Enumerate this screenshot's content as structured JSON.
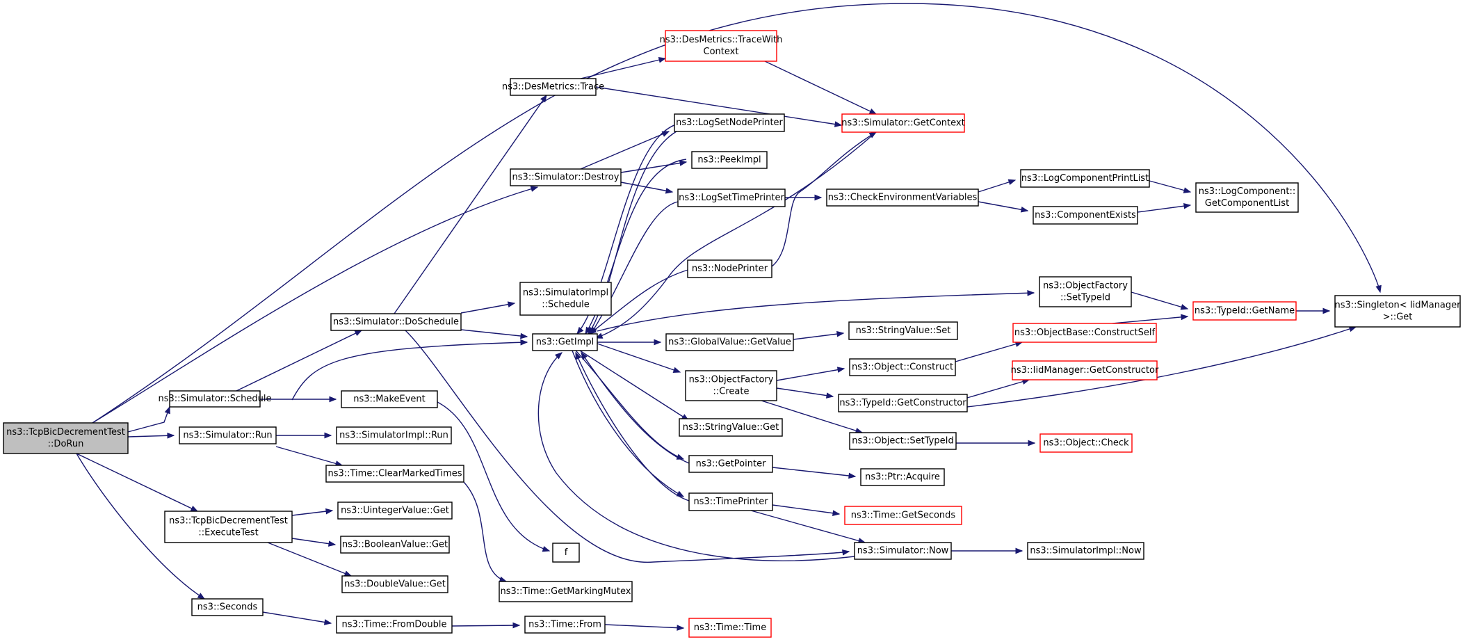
{
  "colors": {
    "edge": "#191970",
    "border_default": "#000000",
    "border_highlight": "#ff0000",
    "root_fill": "#bfbfbf",
    "node_fill": "#ffffff"
  },
  "nodes": [
    {
      "id": "root",
      "lines": [
        "ns3::TcpBicDecrementTest",
        "::DoRun"
      ],
      "style": "root"
    },
    {
      "id": "schedule",
      "lines": [
        "ns3::Simulator::Schedule"
      ],
      "style": "normal"
    },
    {
      "id": "run",
      "lines": [
        "ns3::Simulator::Run"
      ],
      "style": "normal"
    },
    {
      "id": "executetest",
      "lines": [
        "ns3::TcpBicDecrementTest",
        "::ExecuteTest"
      ],
      "style": "normal"
    },
    {
      "id": "seconds",
      "lines": [
        "ns3::Seconds"
      ],
      "style": "normal"
    },
    {
      "id": "doschedule",
      "lines": [
        "ns3::Simulator::DoSchedule"
      ],
      "style": "normal"
    },
    {
      "id": "makeevent",
      "lines": [
        "ns3::MakeEvent"
      ],
      "style": "normal"
    },
    {
      "id": "simimplrun",
      "lines": [
        "ns3::SimulatorImpl::Run"
      ],
      "style": "normal"
    },
    {
      "id": "clearmarked",
      "lines": [
        "ns3::Time::ClearMarkedTimes"
      ],
      "style": "normal"
    },
    {
      "id": "uintget",
      "lines": [
        "ns3::UintegerValue::Get"
      ],
      "style": "normal"
    },
    {
      "id": "boolget",
      "lines": [
        "ns3::BooleanValue::Get"
      ],
      "style": "normal"
    },
    {
      "id": "doubleget",
      "lines": [
        "ns3::DoubleValue::Get"
      ],
      "style": "normal"
    },
    {
      "id": "fromdouble",
      "lines": [
        "ns3::Time::FromDouble"
      ],
      "style": "normal"
    },
    {
      "id": "desmetricstrace",
      "lines": [
        "ns3::DesMetrics::Trace"
      ],
      "style": "normal"
    },
    {
      "id": "destroy",
      "lines": [
        "ns3::Simulator::Destroy"
      ],
      "style": "normal"
    },
    {
      "id": "simimplschedule",
      "lines": [
        "ns3::SimulatorImpl",
        "::Schedule"
      ],
      "style": "normal"
    },
    {
      "id": "getimpl",
      "lines": [
        "ns3::GetImpl"
      ],
      "style": "normal"
    },
    {
      "id": "f",
      "lines": [
        "f"
      ],
      "style": "normal"
    },
    {
      "id": "getmarkingmutex",
      "lines": [
        "ns3::Time::GetMarkingMutex"
      ],
      "style": "normal"
    },
    {
      "id": "timefrom",
      "lines": [
        "ns3::Time::From"
      ],
      "style": "normal"
    },
    {
      "id": "tracewithcontext",
      "lines": [
        "ns3::DesMetrics::TraceWith",
        "Context"
      ],
      "style": "highlight"
    },
    {
      "id": "logsetnodeprinter",
      "lines": [
        "ns3::LogSetNodePrinter"
      ],
      "style": "normal"
    },
    {
      "id": "peekimpl",
      "lines": [
        "ns3::PeekImpl"
      ],
      "style": "normal"
    },
    {
      "id": "logsettimeprinter",
      "lines": [
        "ns3::LogSetTimePrinter"
      ],
      "style": "normal"
    },
    {
      "id": "nodeprinter",
      "lines": [
        "ns3::NodePrinter"
      ],
      "style": "normal"
    },
    {
      "id": "globalvalueget",
      "lines": [
        "ns3::GlobalValue::GetValue"
      ],
      "style": "normal"
    },
    {
      "id": "objfactorycreate",
      "lines": [
        "ns3::ObjectFactory",
        "::Create"
      ],
      "style": "normal"
    },
    {
      "id": "stringvalueget",
      "lines": [
        "ns3::StringValue::Get"
      ],
      "style": "normal"
    },
    {
      "id": "getpointer",
      "lines": [
        "ns3::GetPointer"
      ],
      "style": "normal"
    },
    {
      "id": "timeprinter",
      "lines": [
        "ns3::TimePrinter"
      ],
      "style": "normal"
    },
    {
      "id": "timetime",
      "lines": [
        "ns3::Time::Time"
      ],
      "style": "highlight"
    },
    {
      "id": "getcontext",
      "lines": [
        "ns3::Simulator::GetContext"
      ],
      "style": "highlight"
    },
    {
      "id": "checkenv",
      "lines": [
        "ns3::CheckEnvironmentVariables"
      ],
      "style": "normal"
    },
    {
      "id": "stringvalueset",
      "lines": [
        "ns3::StringValue::Set"
      ],
      "style": "normal"
    },
    {
      "id": "objectconstruct",
      "lines": [
        "ns3::Object::Construct"
      ],
      "style": "normal"
    },
    {
      "id": "typeidgetconstructor",
      "lines": [
        "ns3::TypeId::GetConstructor"
      ],
      "style": "normal"
    },
    {
      "id": "objectsettypeid",
      "lines": [
        "ns3::Object::SetTypeId"
      ],
      "style": "normal"
    },
    {
      "id": "ptracquire",
      "lines": [
        "ns3::Ptr::Acquire"
      ],
      "style": "normal"
    },
    {
      "id": "timegetseconds",
      "lines": [
        "ns3::Time::GetSeconds"
      ],
      "style": "highlight"
    },
    {
      "id": "simnow",
      "lines": [
        "ns3::Simulator::Now"
      ],
      "style": "normal"
    },
    {
      "id": "logcompprintlist",
      "lines": [
        "ns3::LogComponentPrintList"
      ],
      "style": "normal"
    },
    {
      "id": "componentexists",
      "lines": [
        "ns3::ComponentExists"
      ],
      "style": "normal"
    },
    {
      "id": "objfactorysettypeid",
      "lines": [
        "ns3::ObjectFactory",
        "::SetTypeId"
      ],
      "style": "normal"
    },
    {
      "id": "objbaseconstructself",
      "lines": [
        "ns3::ObjectBase::ConstructSelf"
      ],
      "style": "highlight"
    },
    {
      "id": "iidmanagergetconstructor",
      "lines": [
        "ns3::IidManager::GetConstructor"
      ],
      "style": "highlight"
    },
    {
      "id": "objectcheck",
      "lines": [
        "ns3::Object::Check"
      ],
      "style": "highlight"
    },
    {
      "id": "simimplnow",
      "lines": [
        "ns3::SimulatorImpl::Now"
      ],
      "style": "normal"
    },
    {
      "id": "getcomponentlist",
      "lines": [
        "ns3::LogComponent::",
        "GetComponentList"
      ],
      "style": "normal"
    },
    {
      "id": "typeidgetname",
      "lines": [
        "ns3::TypeId::GetName"
      ],
      "style": "highlight"
    },
    {
      "id": "singletonget",
      "lines": [
        "ns3::Singleton< IidManager",
        " >::Get"
      ],
      "style": "normal"
    }
  ]
}
